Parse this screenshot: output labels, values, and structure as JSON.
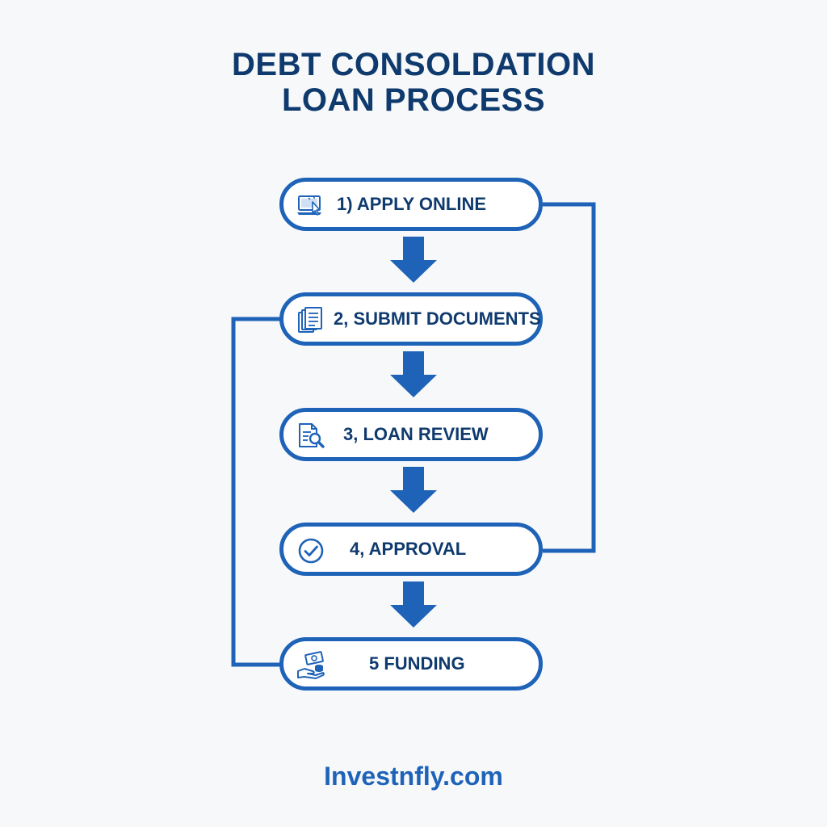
{
  "title": {
    "line1": "DEBT CONSOLDATION",
    "line2": "LOAN PROCESS"
  },
  "colors": {
    "accent": "#1e63b8",
    "title_text": "#0f3a6e",
    "background": "#f7f8fa"
  },
  "steps": [
    {
      "label": "1) APPLY ONLINE",
      "icon": "laptop-click-icon"
    },
    {
      "label": "2, SUBMIT DOCUMENTS",
      "icon": "documents-stack-icon"
    },
    {
      "label": "3, LOAN REVIEW",
      "icon": "document-magnifier-icon"
    },
    {
      "label": "4, APPROVAL",
      "icon": "checkmark-circle-icon"
    },
    {
      "label": "5 FUNDING",
      "icon": "money-hand-icon"
    }
  ],
  "footer": {
    "text": "Investnfly.com"
  }
}
